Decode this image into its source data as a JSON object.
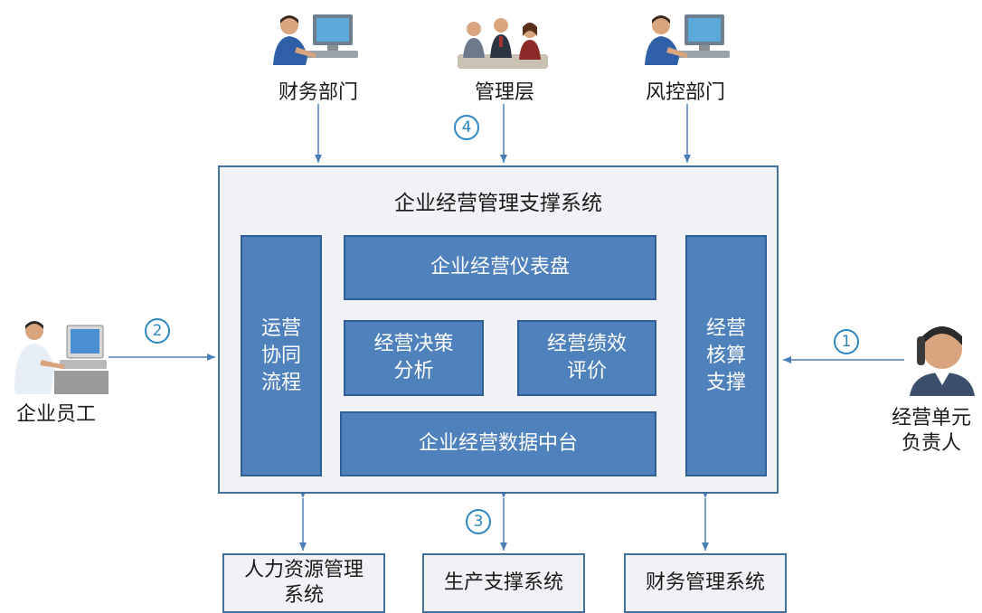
{
  "actors": {
    "finance_dept": "财务部门",
    "management": "管理层",
    "risk_dept": "风控部门",
    "employee": "企业员工",
    "unit_owner": "经营单元\n负责人"
  },
  "system": {
    "title": "企业经营管理支撑系统",
    "modules": {
      "ops": "运营\n协同\n流程",
      "dashboard": "企业经营仪表盘",
      "decision": "经营决策\n分析",
      "performance": "经营绩效\n评价",
      "data_platform": "企业经营数据中台",
      "accounting": "经营\n核算\n支撑"
    }
  },
  "external_systems": {
    "hr": "人力资源管理\n系统",
    "production": "生产支撑系统",
    "finance": "财务管理系统"
  },
  "steps": [
    "1",
    "2",
    "3",
    "4"
  ],
  "colors": {
    "module_fill": "#4f81bd",
    "border": "#41719c",
    "system_fill": "#f1f2f5",
    "step_circle": "#2e86c1"
  }
}
